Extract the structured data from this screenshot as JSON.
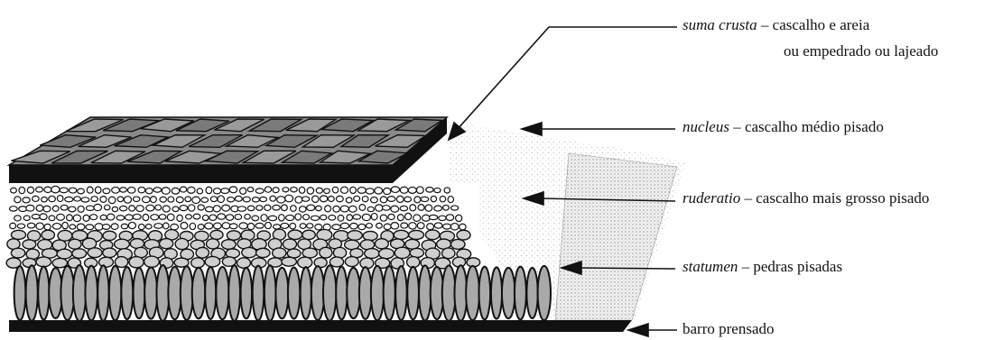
{
  "labels": {
    "suma_crusta": {
      "term": "suma crusta",
      "sep": " – ",
      "desc": "cascalho e areia",
      "desc_line2": "ou empedrado ou lajeado"
    },
    "nucleus": {
      "term": "nucleus",
      "sep": " – ",
      "desc": "cascalho médio pisado"
    },
    "ruderatio": {
      "term": "ruderatio",
      "sep": " – ",
      "desc": "cascalho mais grosso pisado"
    },
    "statumen": {
      "term": "statumen",
      "sep": " – ",
      "desc": "pedras pisadas"
    },
    "base": {
      "desc": "barro prensado"
    }
  },
  "colors": {
    "ink": "#111111",
    "paving": "#7a7a7a",
    "paving_light": "#9a9a9a",
    "gravel_fill": "#cfcfcf",
    "stone_fill": "#a9a9a9",
    "base": "#111111"
  }
}
